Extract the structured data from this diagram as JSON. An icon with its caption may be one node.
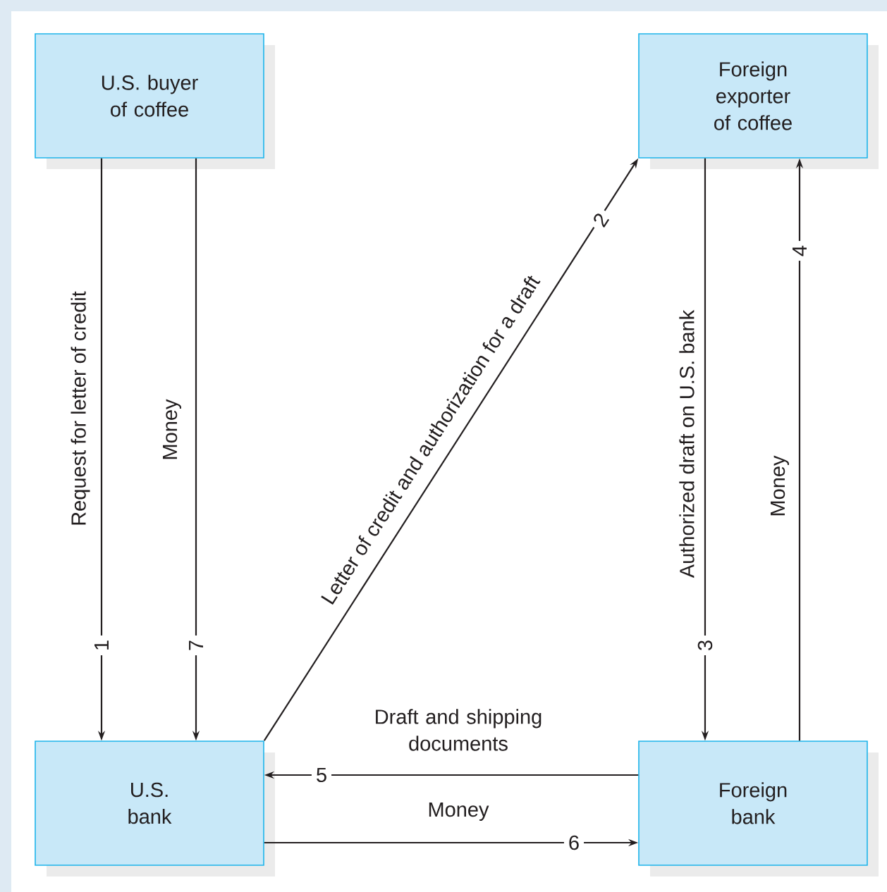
{
  "diagram": {
    "nodes": [
      {
        "text": [
          "U.S. buyer of coffee"
        ]
      },
      {
        "text": [
          "Foreign exporter of coffee"
        ]
      },
      {
        "text": [
          "U.S. bank"
        ]
      },
      {
        "text": [
          "Foreign bank"
        ]
      }
    ],
    "edges": [
      {
        "from": 0,
        "to": 2,
        "arrow": "to",
        "label": "Request for letter of credit"
      },
      {
        "from": 0,
        "to": 2,
        "arrow": "to",
        "label": "Money"
      },
      {
        "from": 2,
        "to": 1,
        "arrow": "to",
        "label": "Letter of credit and authorization for a draft"
      },
      {
        "from": 1,
        "to": 3,
        "arrow": "to",
        "label": "Authorized draft on U.S. bank"
      },
      {
        "from": 3,
        "to": 1,
        "arrow": "to",
        "label": "Money"
      },
      {
        "from": 3,
        "to": 2,
        "arrow": "to",
        "label": "Draft and shipping documents"
      },
      {
        "from": 2,
        "to": 3,
        "arrow": "to",
        "label": "Money"
      }
    ],
    "labels": [
      "1",
      "7",
      "2",
      "3",
      "4",
      "5",
      "6"
    ]
  }
}
